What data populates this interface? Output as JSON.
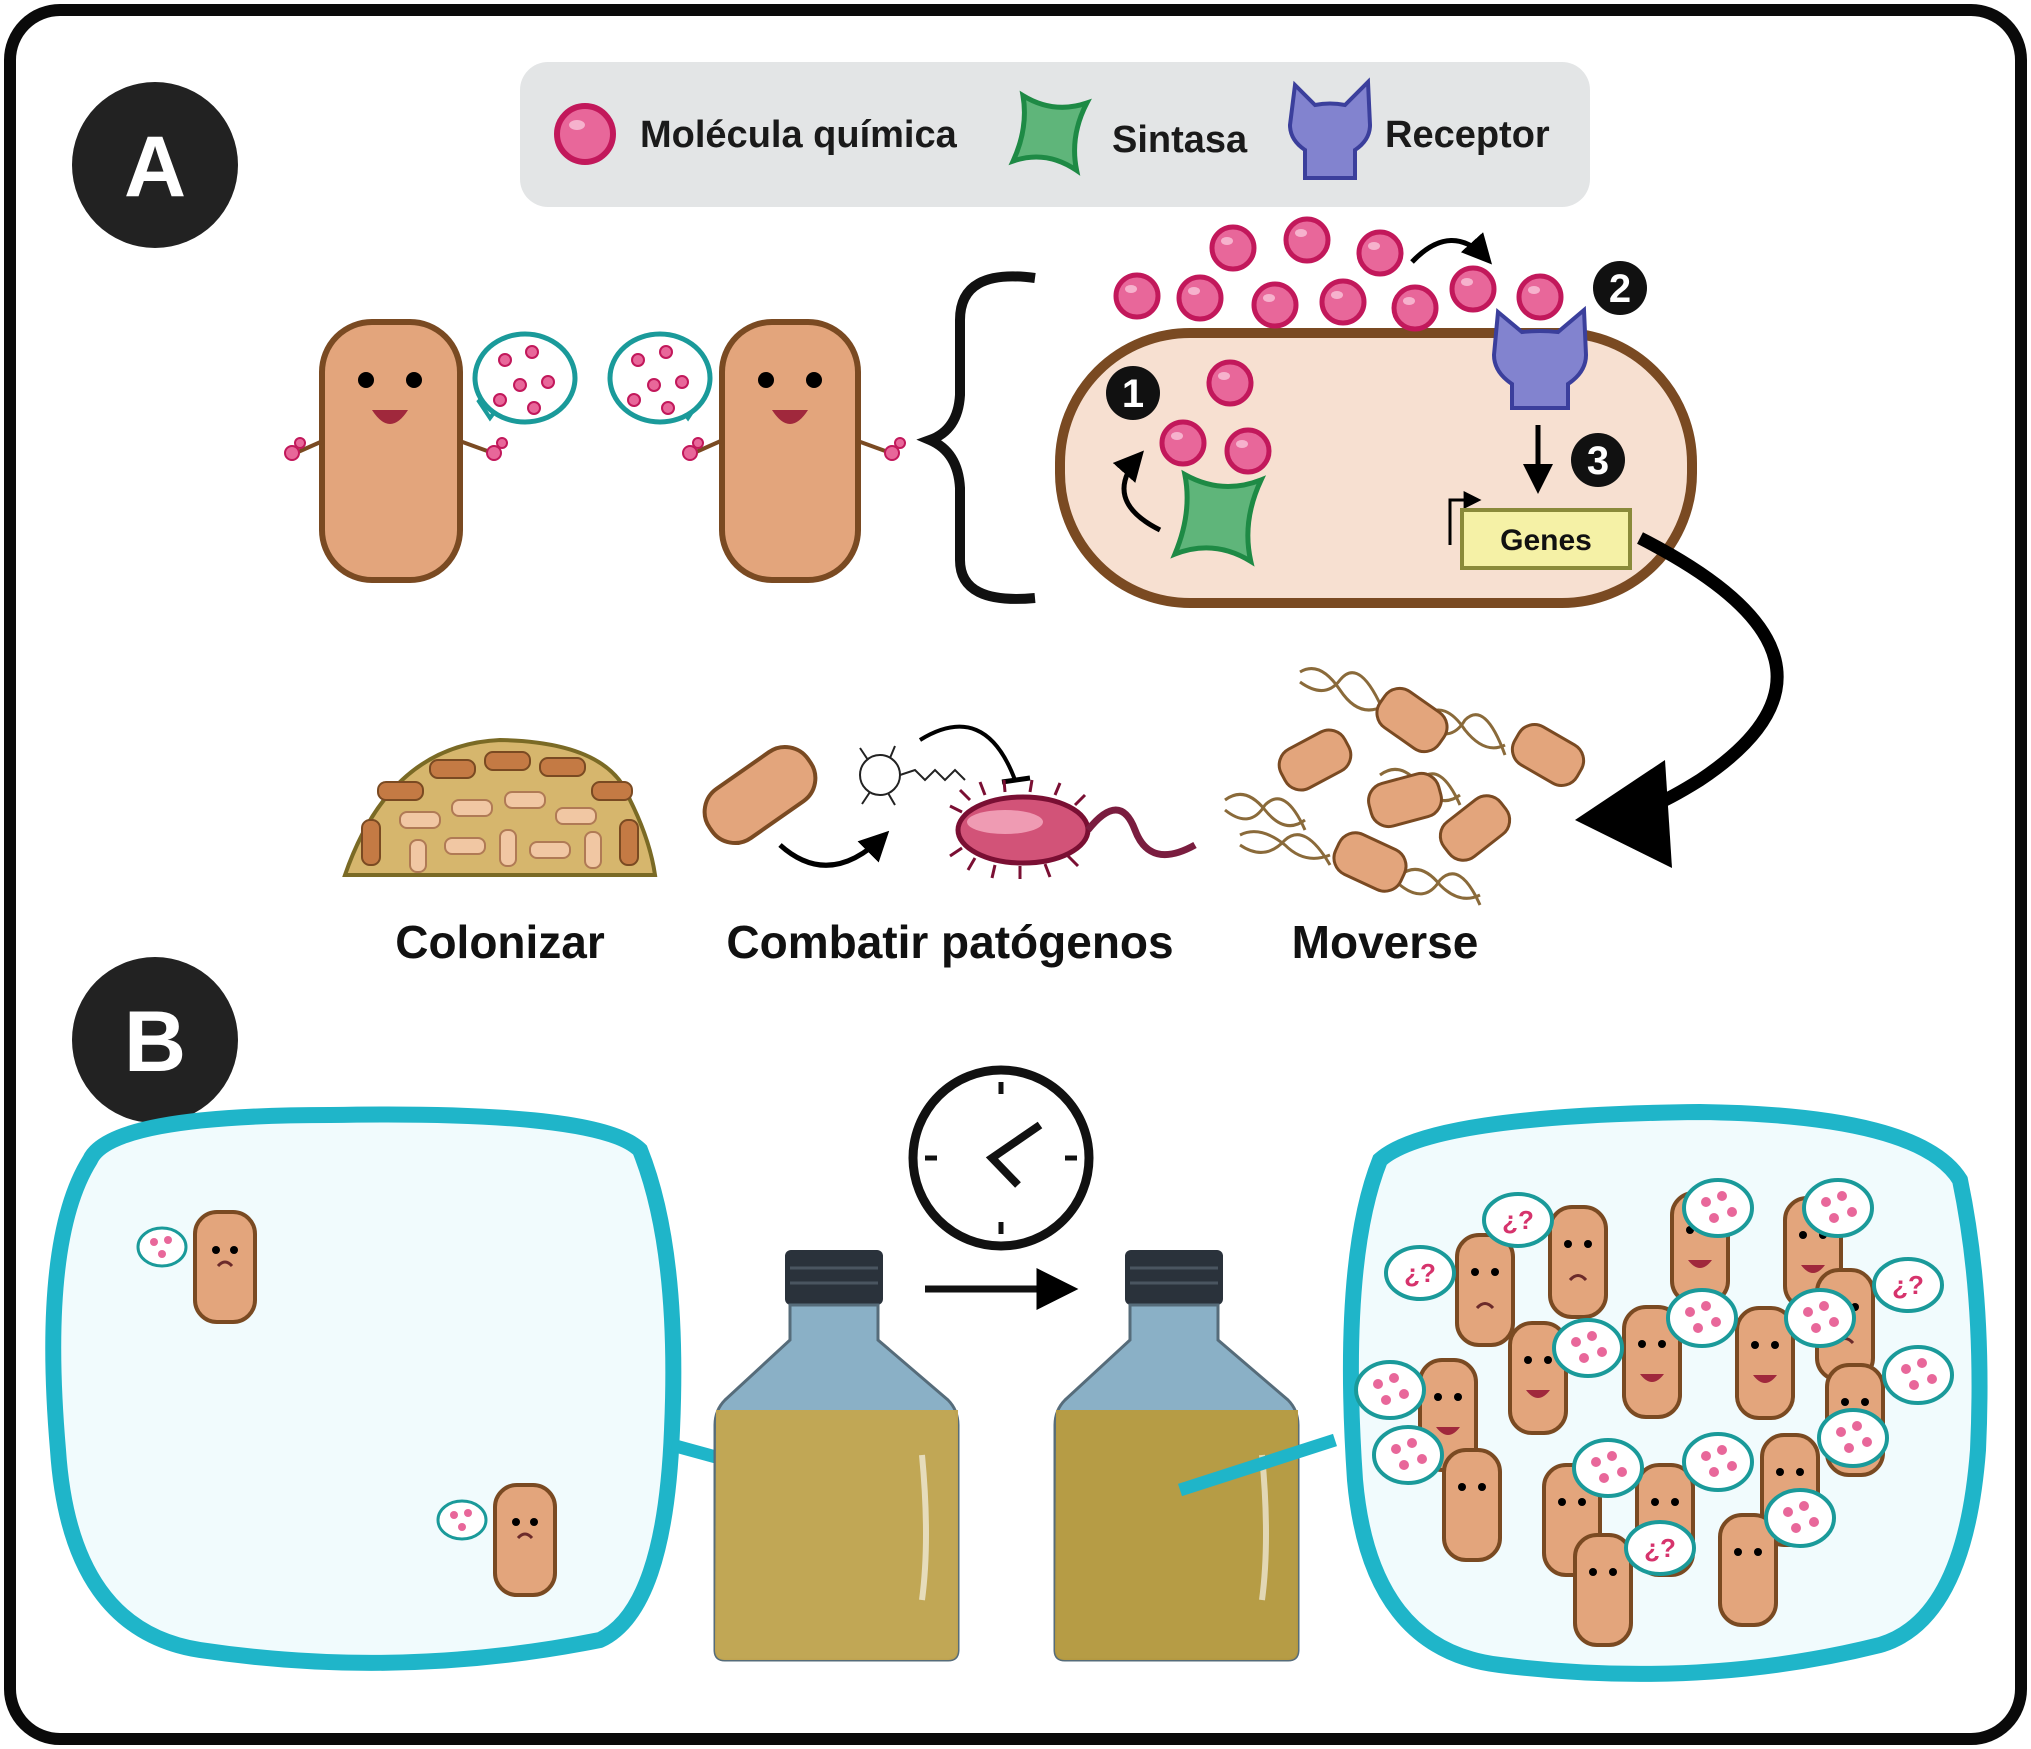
{
  "panels": {
    "a": "A",
    "b": "B"
  },
  "legend": [
    {
      "label": "Molécula química",
      "icon": "molecule-icon"
    },
    {
      "label": "Sintasa",
      "icon": "synthase-icon"
    },
    {
      "label": "Receptor",
      "icon": "receptor-icon"
    }
  ],
  "steps": [
    "1",
    "2",
    "3"
  ],
  "genes_label": "Genes",
  "outcomes": [
    "Colonizar",
    "Combatir patógenos",
    "Moverse"
  ],
  "question_mark": "¿?",
  "colors": {
    "molecule": "#e8679a",
    "molecule_stroke": "#c2185b",
    "synthase": "#5fb57a",
    "synthase_stroke": "#1e8a45",
    "receptor": "#8283cf",
    "receptor_stroke": "#3b3f9c",
    "bacterium": "#e3a57c",
    "bacterium_stroke": "#7a4a22",
    "cell_fill": "#f7e0d1",
    "lens_stroke": "#1fb5c9",
    "lens_fill": "#f1fbfd",
    "broth": "#c4a74f",
    "genes_box": "#f5f1a6"
  }
}
